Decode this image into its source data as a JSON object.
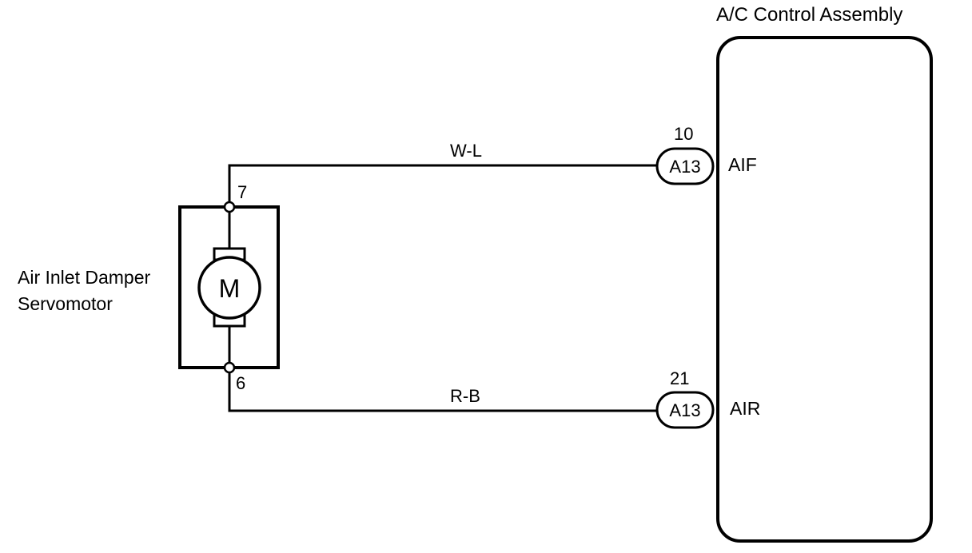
{
  "assembly": {
    "title": "A/C Control Assembly"
  },
  "servomotor": {
    "label_line1": "Air Inlet Damper",
    "label_line2": "Servomotor",
    "motor_symbol": "M",
    "pin_top": "7",
    "pin_bottom": "6"
  },
  "connections": [
    {
      "wire_color": "W-L",
      "pin": "10",
      "connector": "A13",
      "terminal": "AIF"
    },
    {
      "wire_color": "R-B",
      "pin": "21",
      "connector": "A13",
      "terminal": "AIR"
    }
  ]
}
